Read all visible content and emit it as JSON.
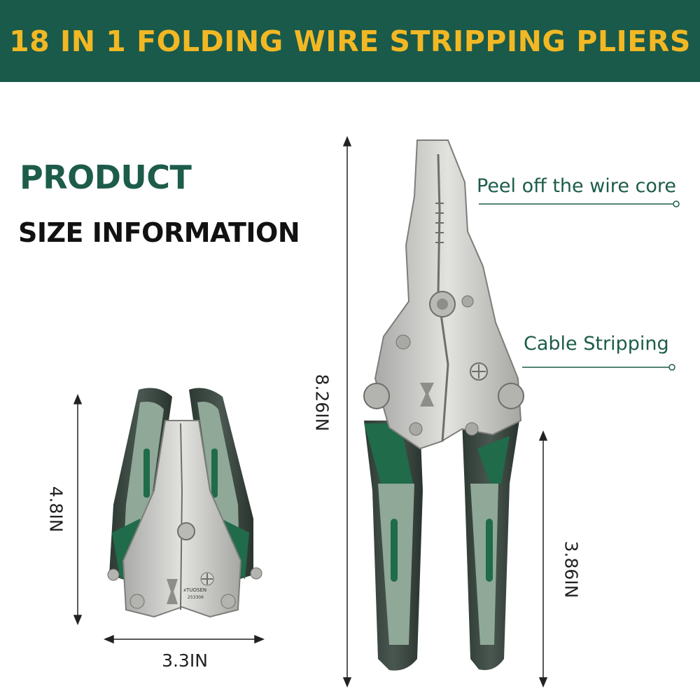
{
  "banner": {
    "title": "18 IN 1 FOLDING WIRE STRIPPING PLIERS"
  },
  "heading": {
    "line1": "PRODUCT",
    "line2": "SIZE INFORMATION"
  },
  "callouts": {
    "peel": "Peel off the wire core",
    "cable": "Cable Stripping"
  },
  "dimensions": {
    "total_length": "8.26IN",
    "handle_length": "3.86IN",
    "folded_height": "4.8IN",
    "folded_width": "3.3IN"
  },
  "brand": {
    "name": "xTUOSEN",
    "model": "253306"
  },
  "colors": {
    "banner": "#1a5a4a",
    "title": "#f2b824",
    "accent": "#1d5c4a",
    "handle_green": "#1f6b4a",
    "handle_grey": "#8fa898",
    "steel": "#c9c9c6"
  }
}
